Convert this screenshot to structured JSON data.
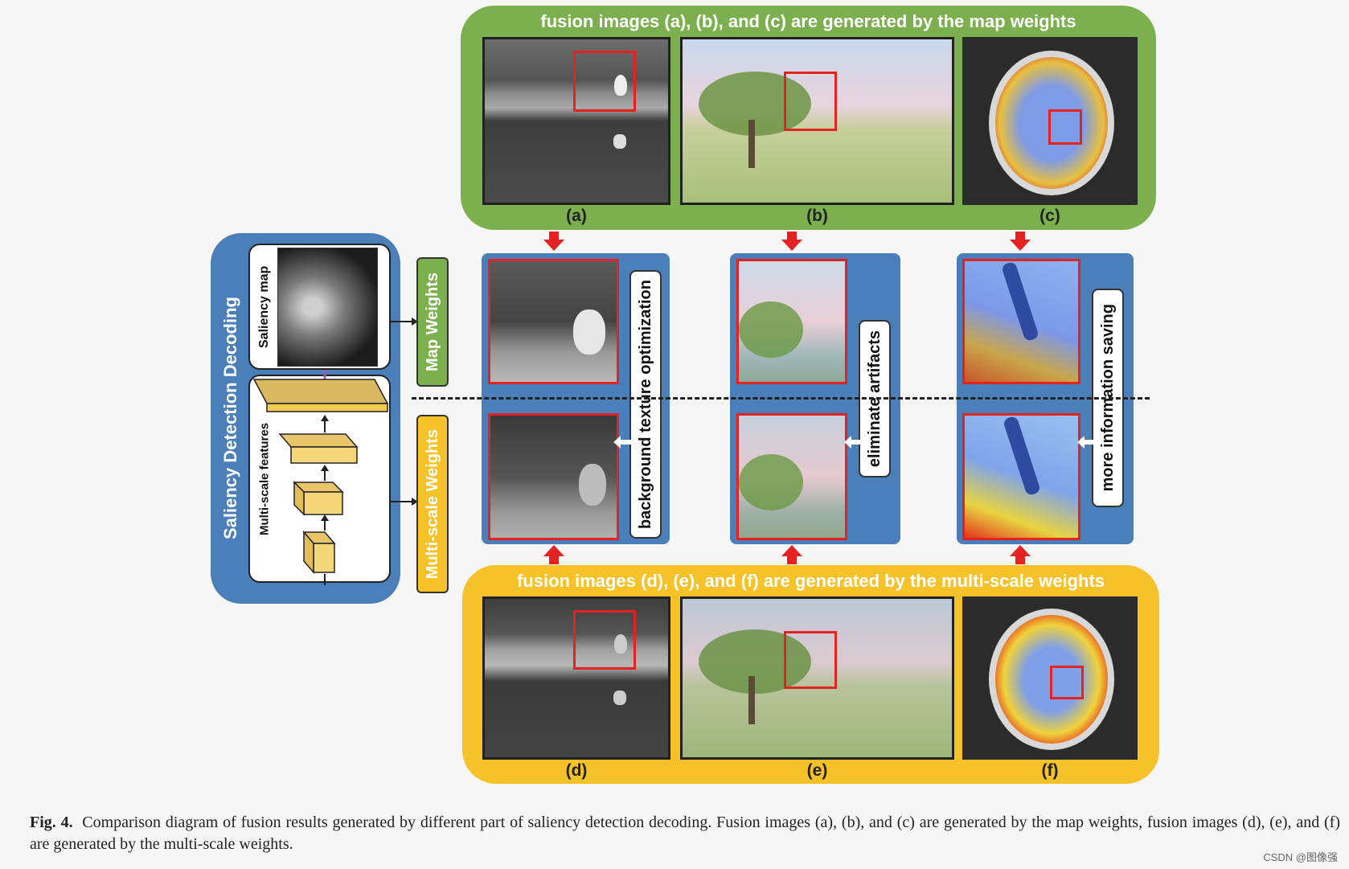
{
  "top_panel": {
    "title": "fusion images (a), (b), and (c) are generated by the map weights",
    "labels": [
      "(a)",
      "(b)",
      "(c)"
    ]
  },
  "bottom_panel": {
    "title": "fusion images (d), (e), and (f) are generated by the multi-scale weights",
    "labels": [
      "(d)",
      "(e)",
      "(f)"
    ]
  },
  "decoder": {
    "title": "Saliency Detection Decoding",
    "saliency_map_label": "Saliency map",
    "features_label": "Multi-scale features"
  },
  "weights": {
    "map": "Map Weights",
    "multi_scale": "Multi-scale Weights"
  },
  "comparisons": [
    "background texture optimization",
    "eliminate artifacts",
    "more information saving"
  ],
  "caption": {
    "figure": "Fig. 4.",
    "text": "Comparison diagram of fusion results generated by different part of saliency detection decoding. Fusion images (a), (b), and (c) are generated by the map weights, fusion images (d), (e), and (f) are generated by the multi-scale weights."
  },
  "watermark": "CSDN @图像强",
  "colors": {
    "green_panel": "#7cb04f",
    "yellow_panel": "#f5c22a",
    "blue_panel": "#4a7fb9",
    "highlight_red": "#e52222"
  }
}
